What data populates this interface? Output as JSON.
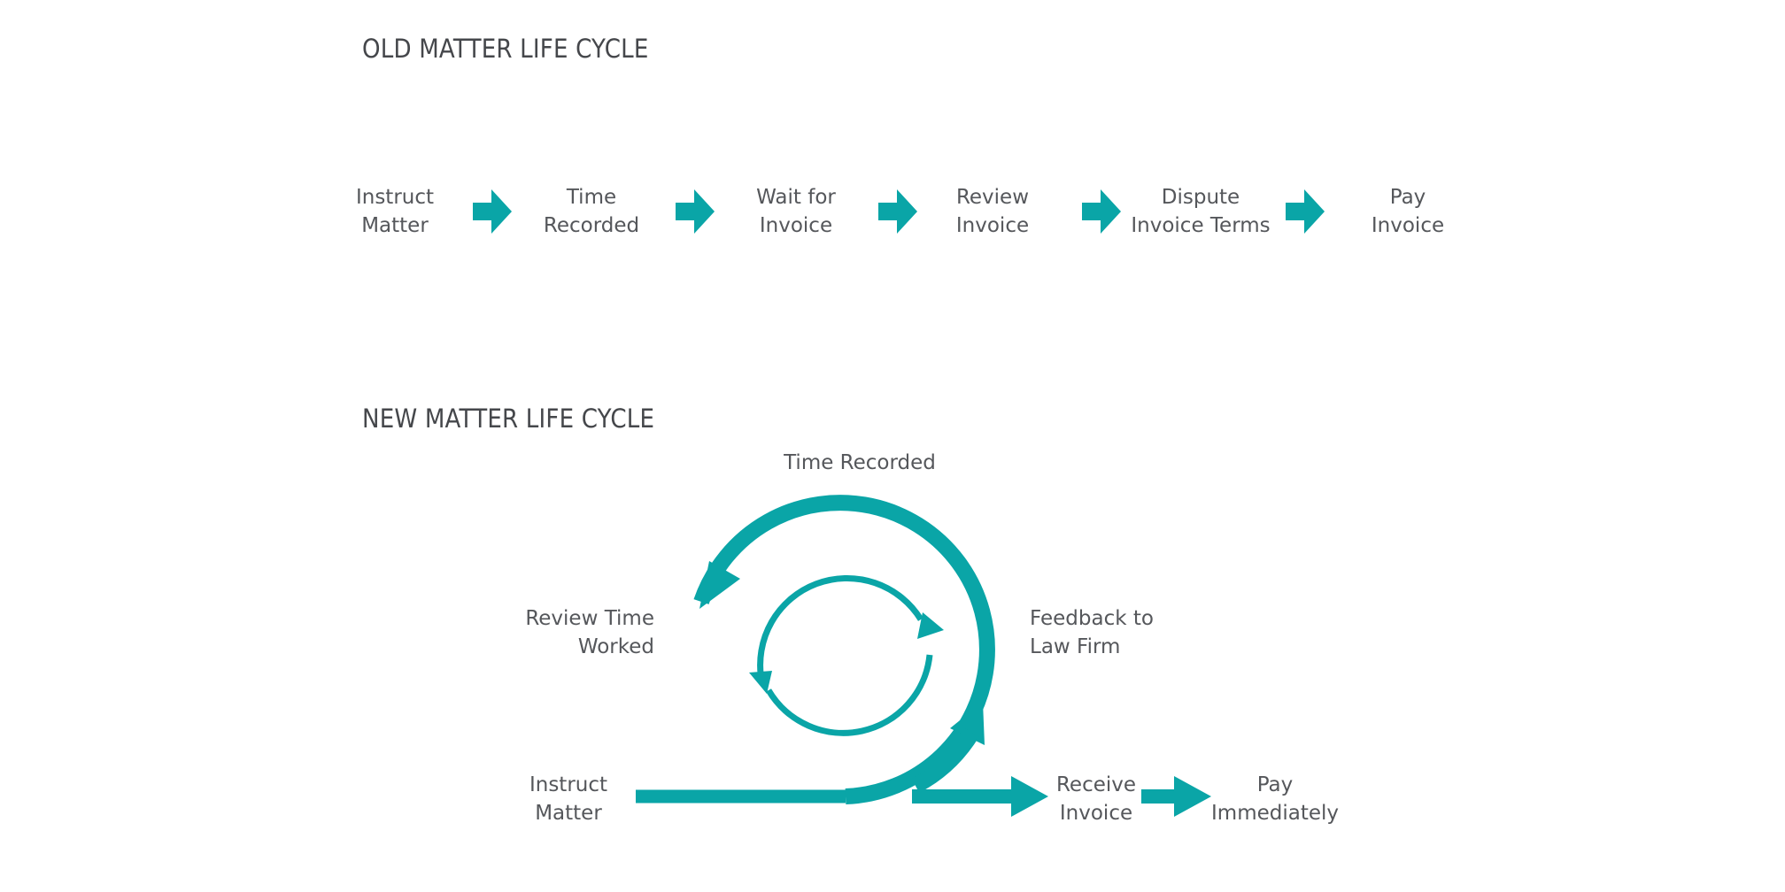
{
  "old_cycle": {
    "title": "OLD MATTER LIFE CYCLE",
    "steps": [
      {
        "line1": "Instruct",
        "line2": "Matter"
      },
      {
        "line1": "Time",
        "line2": "Recorded"
      },
      {
        "line1": "Wait for",
        "line2": "Invoice"
      },
      {
        "line1": "Review",
        "line2": "Invoice"
      },
      {
        "line1": "Dispute",
        "line2": "Invoice Terms"
      },
      {
        "line1": "Pay",
        "line2": "Invoice"
      }
    ]
  },
  "new_cycle": {
    "title": "NEW MATTER LIFE CYCLE",
    "time_recorded": "Time Recorded",
    "review_time": {
      "line1": "Review Time",
      "line2": "Worked"
    },
    "feedback": {
      "line1": "Feedback to",
      "line2": "Law Firm"
    },
    "instruct": {
      "line1": "Instruct",
      "line2": "Matter"
    },
    "receive": {
      "line1": "Receive",
      "line2": "Invoice"
    },
    "pay": {
      "line1": "Pay",
      "line2": "Immediately"
    }
  },
  "colors": {
    "accent": "#0aa5a7",
    "text": "#55575b"
  },
  "icons": [
    "arrow-right-icon",
    "cycle-arrow-icon"
  ]
}
